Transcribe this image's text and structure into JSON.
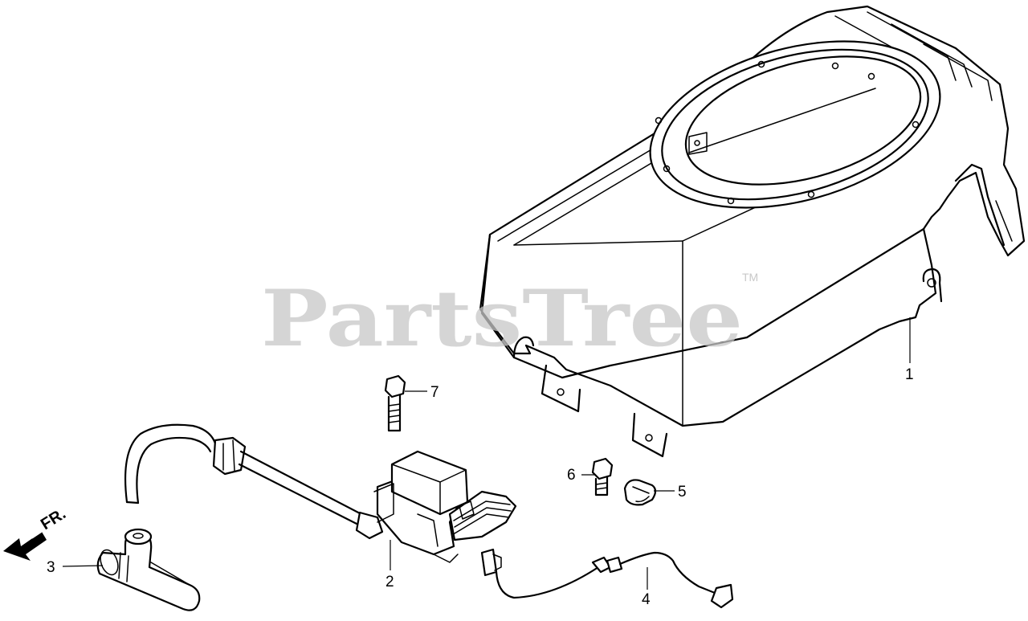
{
  "watermark": {
    "text": "PartsTree",
    "trademark": "TM"
  },
  "direction_label": "FR.",
  "callouts": [
    {
      "id": "1",
      "label": "1"
    },
    {
      "id": "2",
      "label": "2"
    },
    {
      "id": "3",
      "label": "3"
    },
    {
      "id": "4",
      "label": "4"
    },
    {
      "id": "5",
      "label": "5"
    },
    {
      "id": "6",
      "label": "6"
    },
    {
      "id": "7",
      "label": "7"
    }
  ]
}
